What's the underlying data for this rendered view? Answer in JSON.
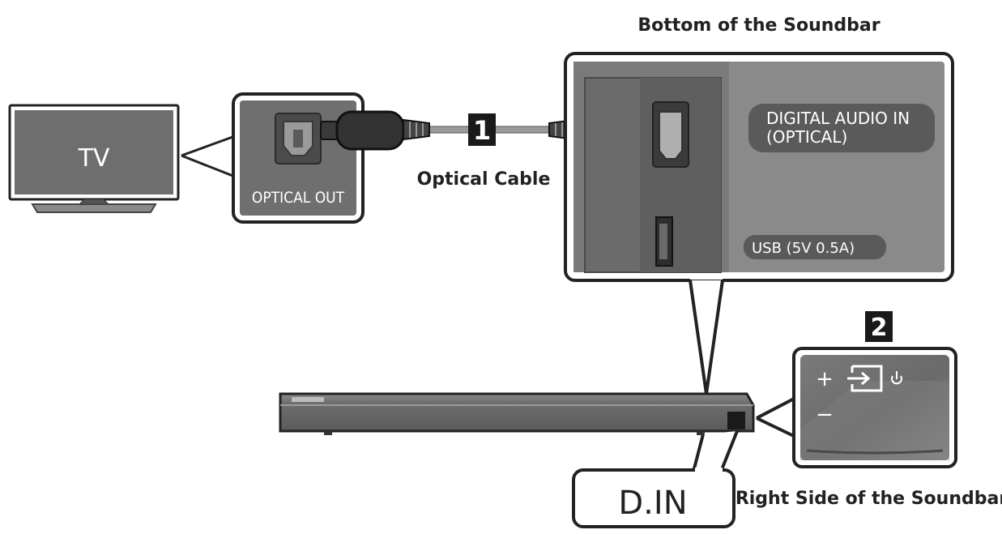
{
  "labels": {
    "bottom_title": "Bottom of the Soundbar",
    "tv": "TV",
    "optical_out": "OPTICAL OUT",
    "optical_cable": "Optical Cable",
    "step1": "1",
    "step2": "2",
    "digital_audio_line1": "DIGITAL AUDIO IN",
    "digital_audio_line2": "(OPTICAL)",
    "usb": "USB (5V 0.5A)",
    "plus": "+",
    "minus": "−",
    "din": "D.IN",
    "right_side_title": "Right Side of the Soundbar"
  },
  "icons": {
    "input_source": "input-source-icon",
    "power": "power-icon"
  }
}
